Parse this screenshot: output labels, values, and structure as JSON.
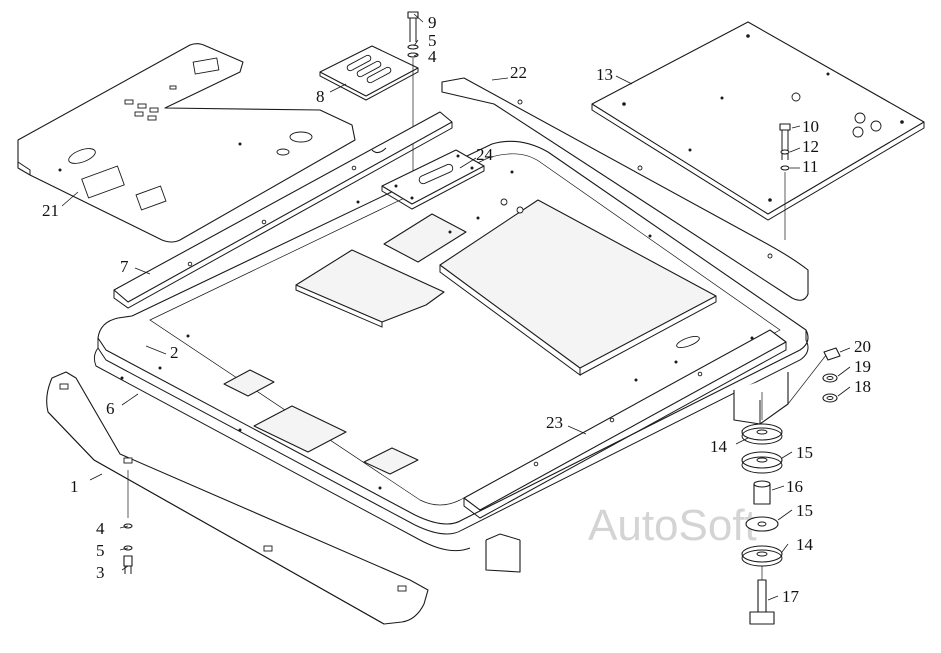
{
  "watermark": "AutoSoft",
  "callouts": [
    "1",
    "2",
    "3",
    "4",
    "5",
    "6",
    "7",
    "8",
    "9",
    "10",
    "11",
    "12",
    "13",
    "14",
    "15",
    "16",
    "17",
    "18",
    "19",
    "20",
    "21",
    "22",
    "23",
    "24"
  ],
  "colors": {
    "line": "#1a1a1a",
    "watermark": "#d4d4d4",
    "background": "#ffffff"
  }
}
